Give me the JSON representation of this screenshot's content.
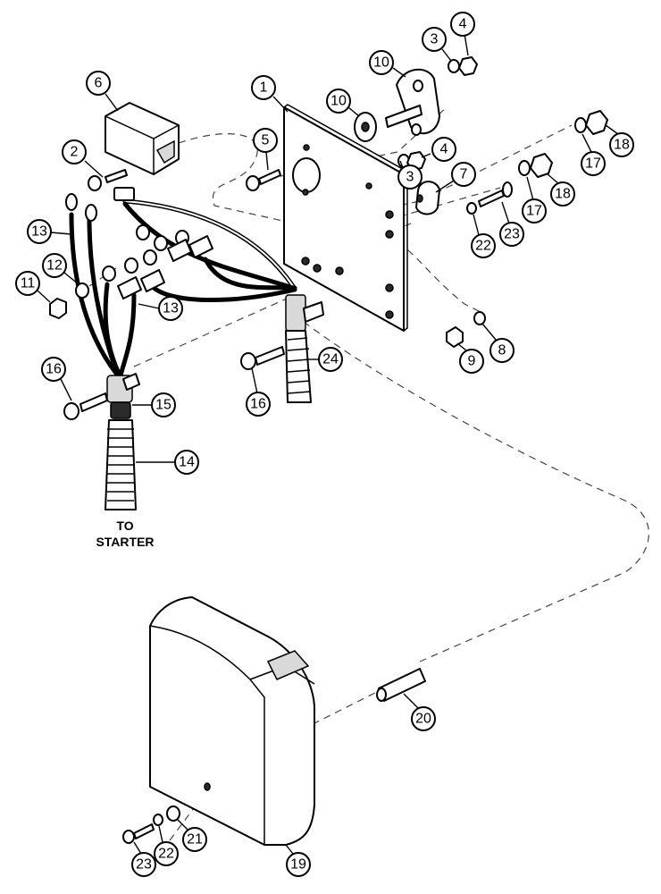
{
  "diagram": {
    "caption_line1": "TO",
    "caption_line2": "STARTER",
    "callouts": [
      {
        "id": "c1",
        "label": "1"
      },
      {
        "id": "c2",
        "label": "2"
      },
      {
        "id": "c3a",
        "label": "3"
      },
      {
        "id": "c3b",
        "label": "3"
      },
      {
        "id": "c4a",
        "label": "4"
      },
      {
        "id": "c4b",
        "label": "4"
      },
      {
        "id": "c5",
        "label": "5"
      },
      {
        "id": "c6",
        "label": "6"
      },
      {
        "id": "c7",
        "label": "7"
      },
      {
        "id": "c8",
        "label": "8"
      },
      {
        "id": "c9",
        "label": "9"
      },
      {
        "id": "c10a",
        "label": "10"
      },
      {
        "id": "c10b",
        "label": "10"
      },
      {
        "id": "c11",
        "label": "11"
      },
      {
        "id": "c12",
        "label": "12"
      },
      {
        "id": "c13a",
        "label": "13"
      },
      {
        "id": "c13b",
        "label": "13"
      },
      {
        "id": "c14",
        "label": "14"
      },
      {
        "id": "c15",
        "label": "15"
      },
      {
        "id": "c16a",
        "label": "16"
      },
      {
        "id": "c16b",
        "label": "16"
      },
      {
        "id": "c17a",
        "label": "17"
      },
      {
        "id": "c17b",
        "label": "17"
      },
      {
        "id": "c18a",
        "label": "18"
      },
      {
        "id": "c18b",
        "label": "18"
      },
      {
        "id": "c19",
        "label": "19"
      },
      {
        "id": "c20",
        "label": "20"
      },
      {
        "id": "c21",
        "label": "21"
      },
      {
        "id": "c22a",
        "label": "22"
      },
      {
        "id": "c22b",
        "label": "22"
      },
      {
        "id": "c23a",
        "label": "23"
      },
      {
        "id": "c23b",
        "label": "23"
      },
      {
        "id": "c24",
        "label": "24"
      }
    ]
  }
}
